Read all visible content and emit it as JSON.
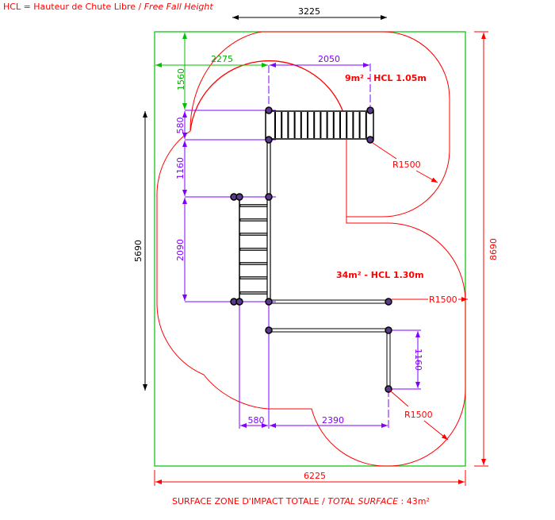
{
  "legend": {
    "prefix": "HCL = Hauteur de Chute Libre / ",
    "italic": "Free Fall Height"
  },
  "dimensions": {
    "top_width": "3225",
    "left_height": "5690",
    "right_height": "8690",
    "bottom_width": "6225",
    "offset_x": "2275",
    "platform_length": "2050",
    "offset_y": "1560",
    "platform_depth": "580",
    "gap_1160_left": "1160",
    "ladder_2090": "2090",
    "bottom_580": "580",
    "bottom_2390": "2390",
    "right_1160": "1160"
  },
  "radii": {
    "r1": "R1500",
    "r2": "R1500",
    "r3": "R1500"
  },
  "zones": {
    "small": "9m² - HCL 1.05m",
    "large": "34m² - HCL 1.30m"
  },
  "footer": {
    "prefix": "SURFACE ZONE D'IMPACT TOTALE / ",
    "italic": "TOTAL SURFACE",
    "suffix": " : 43m²"
  },
  "colors": {
    "zone": "#ff0000",
    "dimension": "#8000ff",
    "boundary": "#00c000"
  }
}
